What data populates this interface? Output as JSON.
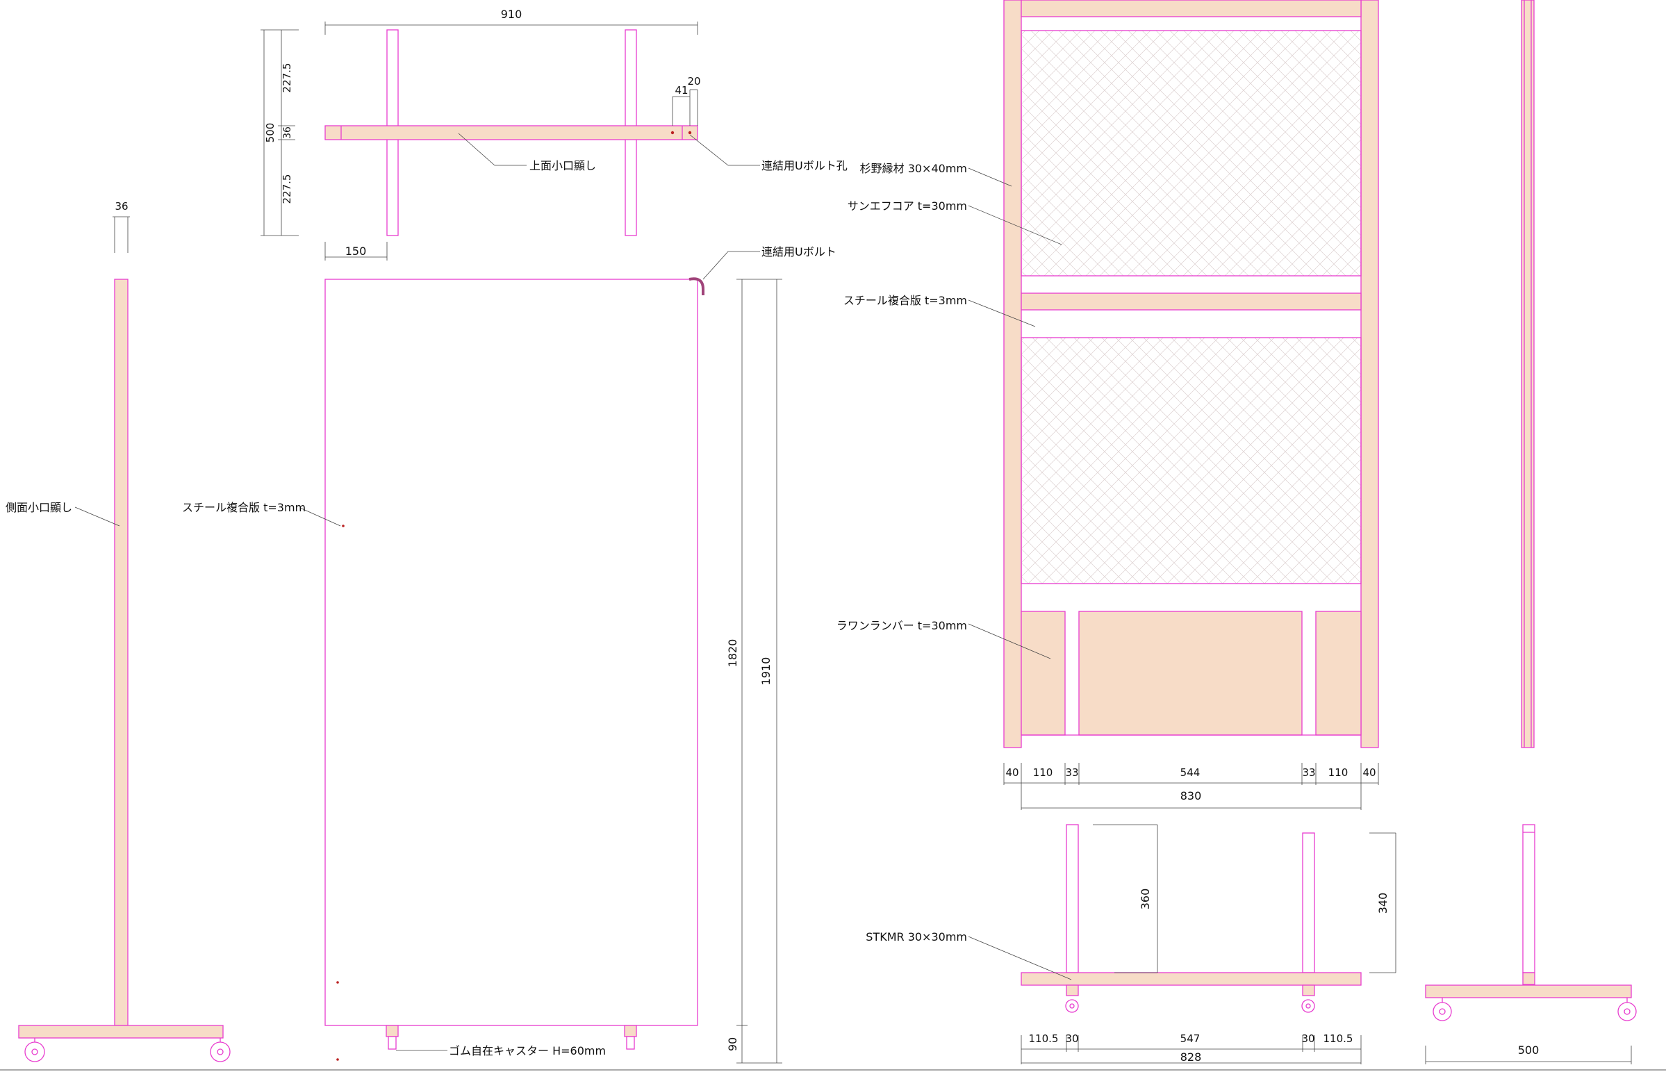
{
  "colors": {
    "outline": "#e83ccf",
    "wood": "#f7dcc7",
    "dim": "#444444",
    "hatch": "#d8cccc",
    "bolt": "#a0447a"
  },
  "top_view": {
    "overall_width": "910",
    "depth_total": "500",
    "depth_front": "227.5",
    "thickness": "36",
    "depth_back": "227.5",
    "leg_offset": "150",
    "dim_41": "41",
    "dim_20": "20",
    "label_top_edge": "上面小口顯し",
    "label_bolt_hole": "連結用Uボルト孔"
  },
  "side_view": {
    "thickness": "36",
    "label_side_edge": "側面小口顯し"
  },
  "front_view": {
    "label_steel": "スチール複合版 t=3mm",
    "label_u_bolt": "連結用Uボルト",
    "label_caster": "ゴム自在キャスター H=60mm",
    "panel_height": "1820",
    "total_height": "1910",
    "caster_height": "90"
  },
  "frame_view": {
    "label_cedar": "杉野縁材 30×40mm",
    "label_core": "サンエフコア t=30mm",
    "label_steel": "スチール複合版 t=3mm",
    "label_lauan": "ラワンランバー t=30mm",
    "widths": [
      "40",
      "110",
      "33",
      "544",
      "33",
      "110",
      "40"
    ],
    "inner_width": "830"
  },
  "base_view": {
    "label_stkmr": "STKMR 30×30mm",
    "post_left_height": "360",
    "post_right_height": "340",
    "widths": [
      "110.5",
      "30",
      "547",
      "30",
      "110.5"
    ],
    "total_width": "828"
  },
  "base_side_view": {
    "depth": "500"
  }
}
